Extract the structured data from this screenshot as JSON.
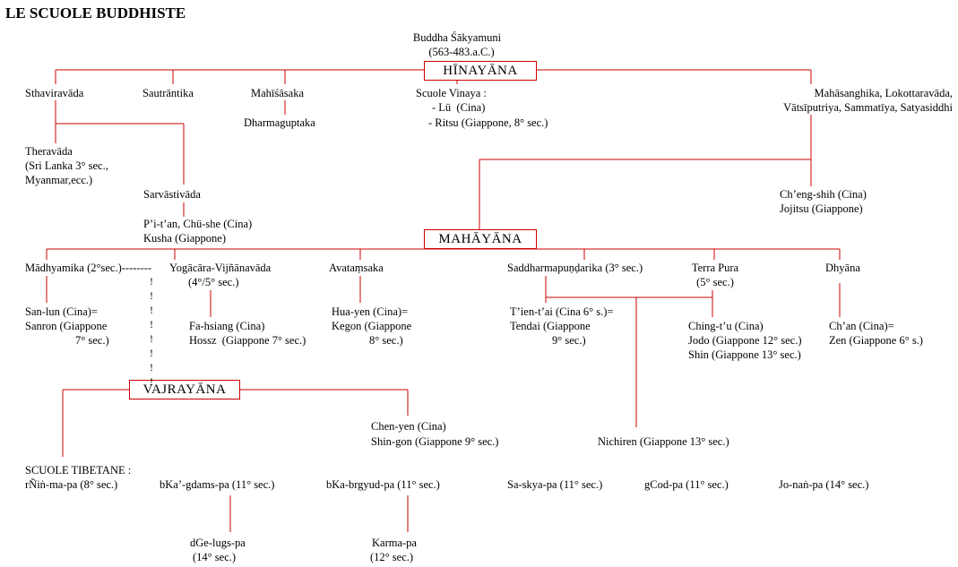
{
  "title": "LE SCUOLE BUDDHISTE",
  "line_color": "#cc0000",
  "root": {
    "name": "Buddha Śākyamuni",
    "dates": "(563-483.a.C.)"
  },
  "hinayana": {
    "label": "HĪNAYĀNA",
    "sthaviravada": "Sthaviravāda",
    "sautrantika": "Sautrāntika",
    "mahisasaka": "Mahīśāsaka",
    "dharmaguptaka": "Dharmaguptaka",
    "vinaya": [
      "Scuole Vinaya :",
      "- Lü  (Cina)",
      "- Ritsu (Giappone, 8° sec.)"
    ],
    "mahasanghika": [
      "Mahāsanghika, Lokottaravāda,",
      "Vātsīputriya, Sammatīya, Satyasiddhi"
    ],
    "theravada": [
      "Theravāda",
      "(Sri Lanka 3° sec.,",
      "Myanmar,ecc.)"
    ],
    "sarvastivada": "Sarvāstivāda",
    "pitan": [
      "P’i-t’an, Chü-she (Cina)",
      "Kusha (Giappone)"
    ],
    "chengshih": [
      "Ch’eng-shih (Cina)",
      "Jojitsu (Giappone)"
    ]
  },
  "mahayana": {
    "label": "MAHĀYĀNA",
    "madhyamika": "Mādhyamika (2°sec.)--------",
    "yogacara": [
      "Yogācāra-Vijñānavāda",
      "(4°/5° sec.)"
    ],
    "avatamsaka": "Avataṃsaka",
    "saddharma": "Saddharmapuṇḍarika (3° sec.)",
    "terrapura": [
      "Terra Pura",
      "(5° sec.)"
    ],
    "dhyana": "Dhyāna",
    "sanlun": [
      "San-lun (Cina)=",
      "Sanron (Giappone",
      "7° sec.)"
    ],
    "fahsiang": [
      "Fa-hsiang (Cina)",
      "Hossz  (Giappone 7° sec.)"
    ],
    "huayen": [
      "Hua-yen (Cina)=",
      "Kegon (Giappone",
      "8° sec.)"
    ],
    "tientai": [
      "T’ien-t’ai (Cina 6° s.)=",
      "Tendai (Giappone",
      "9° sec.)"
    ],
    "chingtu": [
      "Ching-t’u (Cina)",
      "Jodo (Giappone 12° sec.)",
      "Shin (Giappone 13° sec.)"
    ],
    "chan": [
      "Ch’an (Cina)=",
      "Zen (Giappone 6° s.)"
    ],
    "nichiren": "Nichiren (Giappone 13° sec.)"
  },
  "vajrayana": {
    "label": "VAJRAYĀNA",
    "bangs": [
      "!",
      "!",
      "!",
      "!",
      "!",
      "!",
      "!",
      "!"
    ],
    "chenyen": [
      "Chen-yen (Cina)",
      "Shin-gon (Giappone 9° sec.)"
    ]
  },
  "tibetan": {
    "header": "SCUOLE TIBETANE :",
    "nyingma": "rÑiṅ-ma-pa (8° sec.)",
    "kadam": "bKa’-gdams-pa (11° sec.)",
    "kagyu": "bKa-brgyud-pa (11° sec.)",
    "sakya": "Sa-skya-pa (11° sec.)",
    "chod": "gCod-pa (11° sec.)",
    "jonang": "Jo-naṅ-pa (14° sec.)",
    "gelug": [
      "dGe-lugs-pa",
      "(14° sec.)"
    ],
    "karma": [
      "Karma-pa",
      "(12° sec.)"
    ]
  }
}
